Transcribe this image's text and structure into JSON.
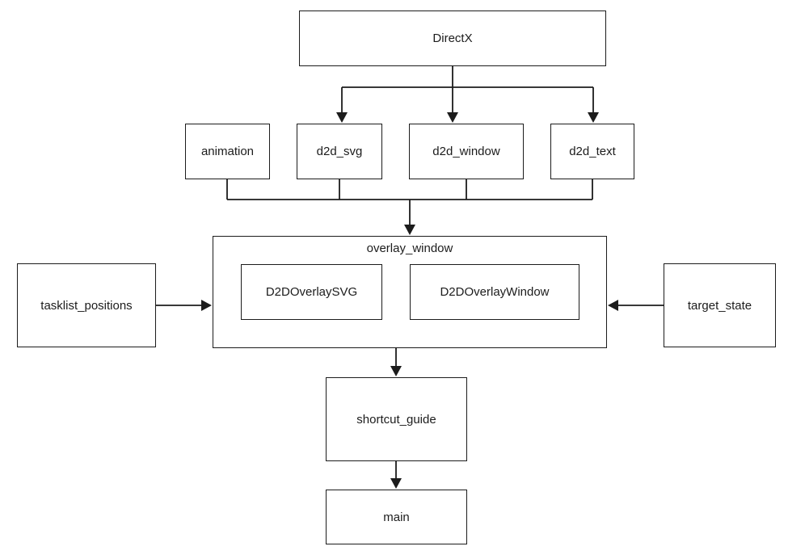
{
  "diagram": {
    "type": "dependency-flowchart",
    "nodes": {
      "directx": {
        "label": "DirectX"
      },
      "animation": {
        "label": "animation"
      },
      "d2d_svg": {
        "label": "d2d_svg"
      },
      "d2d_window": {
        "label": "d2d_window"
      },
      "d2d_text": {
        "label": "d2d_text"
      },
      "overlay_window": {
        "label": "overlay_window"
      },
      "d2d_overlay_svg": {
        "label": "D2DOverlaySVG"
      },
      "d2d_overlay_window": {
        "label": "D2DOverlayWindow"
      },
      "tasklist_positions": {
        "label": "tasklist_positions"
      },
      "target_state": {
        "label": "target_state"
      },
      "shortcut_guide": {
        "label": "shortcut_guide"
      },
      "main": {
        "label": "main"
      }
    },
    "edges": [
      {
        "from": "DirectX",
        "to": "d2d_svg",
        "style": "arrow-down"
      },
      {
        "from": "DirectX",
        "to": "d2d_window",
        "style": "arrow-down"
      },
      {
        "from": "DirectX",
        "to": "d2d_text",
        "style": "arrow-down"
      },
      {
        "from": "animation",
        "to": "overlay_window",
        "style": "arrow-down-merged"
      },
      {
        "from": "d2d_svg",
        "to": "overlay_window",
        "style": "arrow-down-merged"
      },
      {
        "from": "d2d_window",
        "to": "overlay_window",
        "style": "arrow-down-merged"
      },
      {
        "from": "d2d_text",
        "to": "overlay_window",
        "style": "arrow-down-merged"
      },
      {
        "from": "tasklist_positions",
        "to": "overlay_window",
        "style": "arrow-right"
      },
      {
        "from": "target_state",
        "to": "overlay_window",
        "style": "arrow-left"
      },
      {
        "from": "overlay_window",
        "to": "shortcut_guide",
        "style": "arrow-down"
      },
      {
        "from": "shortcut_guide",
        "to": "main",
        "style": "arrow-down"
      }
    ],
    "contains": [
      {
        "parent": "overlay_window",
        "children": [
          "D2DOverlaySVG",
          "D2DOverlayWindow"
        ]
      }
    ],
    "colors": {
      "line": "#1c1c1c",
      "text": "#1c1c1c",
      "node_fill": "#ffffff",
      "background": "#ffffff"
    }
  }
}
